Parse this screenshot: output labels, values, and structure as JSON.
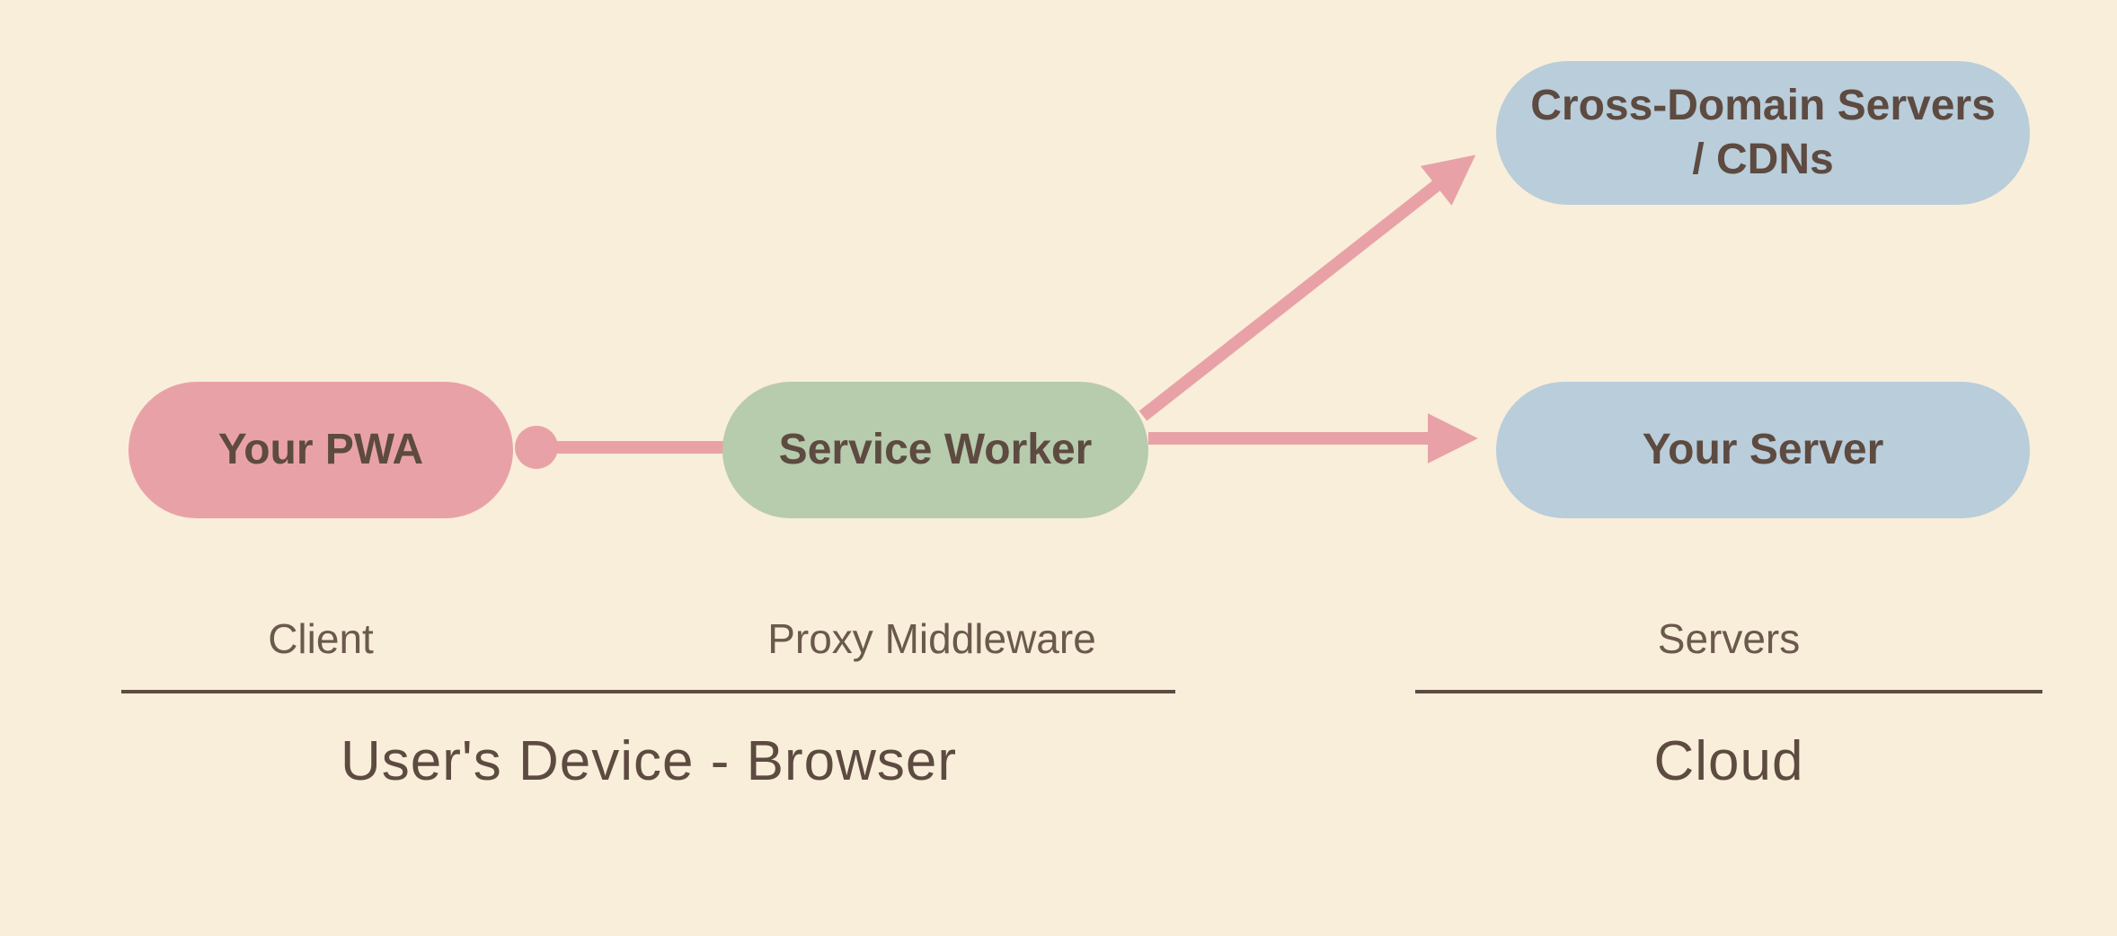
{
  "colors": {
    "background": "#f9eeda",
    "pwa_fill": "#e8a2a7",
    "service_worker_fill": "#b7cbad",
    "server_fill": "#b9cdda",
    "arrow": "#e8a2a7",
    "text_dark": "#5d4a40",
    "label_text": "#6b594d",
    "underline": "#5d4a40"
  },
  "nodes": {
    "pwa": {
      "label": "Your PWA"
    },
    "service_worker": {
      "label": "Service Worker"
    },
    "cross_domain": {
      "label": "Cross-Domain Servers / CDNs"
    },
    "your_server": {
      "label": "Your Server"
    }
  },
  "labels": {
    "client": "Client",
    "proxy": "Proxy Middleware",
    "servers": "Servers",
    "device": "User's Device - Browser",
    "cloud": "Cloud"
  }
}
